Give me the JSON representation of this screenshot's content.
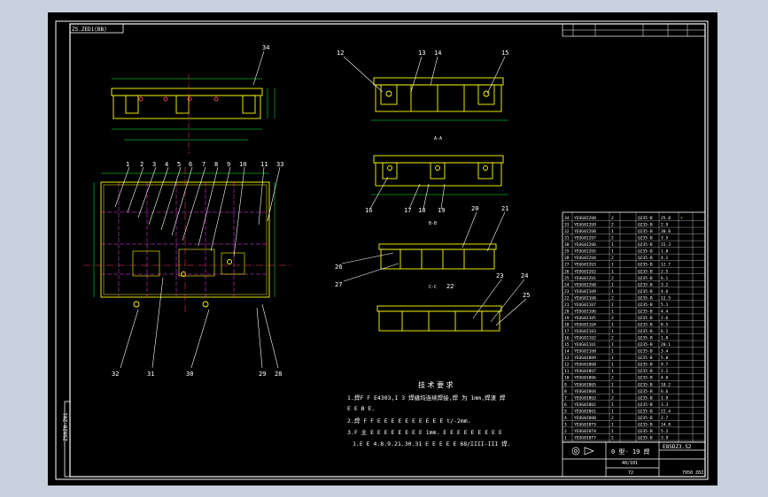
{
  "drawing": {
    "corner_code": "ZS.ZED1(BB)",
    "side_code": "ZS0Z0-Z01",
    "callouts_top": [
      "34"
    ],
    "callouts_plan_top": [
      "1",
      "2",
      "3",
      "4",
      "5",
      "6",
      "7",
      "8",
      "9",
      "10",
      "11",
      "33"
    ],
    "callouts_plan_bottom": [
      "32",
      "31",
      "30",
      "29",
      "28"
    ],
    "callouts_section_a": [
      "12",
      "13",
      "14",
      "15"
    ],
    "callouts_section_b": [
      "16",
      "17",
      "18",
      "19"
    ],
    "callouts_section_c": [
      "26",
      "27",
      "20",
      "21",
      "22"
    ],
    "callouts_section_d": [
      "23",
      "24",
      "25"
    ],
    "section_labels": [
      "A-A",
      "B-B",
      "C-C"
    ],
    "notes": {
      "heading": "技 术 要 求",
      "lines": [
        "1.焊F F E4303,I 3 焊缝均连续焊接,焊 为 1mm,焊渣 焊",
        "E E B E.",
        "2.焊 F F E E E E E E E E E E t/-2mm.",
        "3.F 主 E E E E E E E E 1mm. E E E E E E E E E",
        "1.E E 4.8.9.21.30.31 E E E E E 68/IIII-III 焊."
      ]
    },
    "title_block": {
      "drawing_name": "0 型- 19 焊",
      "scale": "40/101",
      "code": "E8SDZ3.S2",
      "bottom_left": "72",
      "bottom_right": "7950 Z0Z"
    },
    "bom_rows": [
      [
        "34",
        "YEUG0I2U0",
        "2",
        "",
        "Q235-B",
        "25.8",
        "+"
      ],
      [
        "33",
        "YEUG0I2U9",
        "2",
        "",
        "Q235-B",
        "2.9",
        ""
      ],
      [
        "32",
        "YEUG0I2U8",
        "1",
        "",
        "Q235-B",
        "30.8",
        ""
      ],
      [
        "31",
        "YEUG0I2U7",
        "2",
        "",
        "Q235-B",
        "3.5",
        ""
      ],
      [
        "30",
        "YEUG0I2U6",
        "1",
        "",
        "Q235-B",
        "15.3",
        ""
      ],
      [
        "29",
        "YEUG0I2U5",
        "1",
        "",
        "Q235-B",
        "1.8",
        ""
      ],
      [
        "28",
        "YEUG0I2U4",
        "2",
        "",
        "Q235-B",
        "4.1",
        ""
      ],
      [
        "27",
        "YEUG0I2U3",
        "1",
        "",
        "Q235-B",
        "12.7",
        ""
      ],
      [
        "26",
        "YEUG0I2U2",
        "1",
        "",
        "Q235-B",
        "2.5",
        ""
      ],
      [
        "25",
        "YEUG0I2U1",
        "2",
        "",
        "Q235-B",
        "6.1",
        ""
      ],
      [
        "24",
        "YEUG0I2U0",
        "1",
        "",
        "Q235-B",
        "3.2",
        ""
      ],
      [
        "23",
        "YEUG0I1U9",
        "1",
        "",
        "Q235-B",
        "4.6",
        ""
      ],
      [
        "22",
        "YEUG0I1U8",
        "2",
        "",
        "Q235-B",
        "12.5",
        ""
      ],
      [
        "21",
        "YEUG0I1U7",
        "1",
        "",
        "Q235-B",
        "5.1",
        ""
      ],
      [
        "20",
        "YEUG0I1U6",
        "1",
        "",
        "Q235-B",
        "4.4",
        ""
      ],
      [
        "19",
        "YEUG0I1U5",
        "2",
        "",
        "Q235-B",
        "2.6",
        ""
      ],
      [
        "18",
        "YEUG0I1U4",
        "1",
        "",
        "Q235-B",
        "8.5",
        ""
      ],
      [
        "17",
        "YEUG0I1U3",
        "1",
        "",
        "Q235-B",
        "6.2",
        ""
      ],
      [
        "16",
        "YEUG0I1U2",
        "2",
        "",
        "Q235-B",
        "1.8",
        ""
      ],
      [
        "15",
        "YEUG0I1U1",
        "1",
        "",
        "Q235-B",
        "20.1",
        ""
      ],
      [
        "14",
        "YEUG0I1U0",
        "1",
        "",
        "Q235-B",
        "3.4",
        ""
      ],
      [
        "13",
        "YEUG0I0U9",
        "1",
        "",
        "Q235-B",
        "5.8",
        ""
      ],
      [
        "12",
        "YEUG0I0U8",
        "1",
        "",
        "Q235-B",
        "9.7",
        ""
      ],
      [
        "11",
        "YEUG0I0U7",
        "1",
        "",
        "Q235-B",
        "2.2",
        ""
      ],
      [
        "10",
        "YEUG0I0U6",
        "2",
        "",
        "Q235-B",
        "4.0",
        ""
      ],
      [
        "9",
        "YEUG0I0U5",
        "1",
        "",
        "Q235-B",
        "18.2",
        ""
      ],
      [
        "8",
        "YEUG0I0U4",
        "1",
        "",
        "Q235-B",
        "6.6",
        ""
      ],
      [
        "7",
        "YEUG0I0U3",
        "2",
        "",
        "Q235-B",
        "1.9",
        ""
      ],
      [
        "6",
        "YEUG0I0U2",
        "1",
        "",
        "Q235-B",
        "3.3",
        ""
      ],
      [
        "5",
        "YEUG0I0U1",
        "1",
        "",
        "Q235-B",
        "22.4",
        ""
      ],
      [
        "4",
        "YEUG0I0U0",
        "2",
        "",
        "Q235-B",
        "2.7",
        ""
      ],
      [
        "3",
        "YEUG0I0T9",
        "1",
        "",
        "Q235-B",
        "14.8",
        ""
      ],
      [
        "2",
        "YEUG0I0T8",
        "1",
        "",
        "Q235-B",
        "5.2",
        ""
      ],
      [
        "1",
        "YEUG0I0T7",
        "2",
        "",
        "Q235-B",
        "3.9",
        ""
      ]
    ]
  }
}
